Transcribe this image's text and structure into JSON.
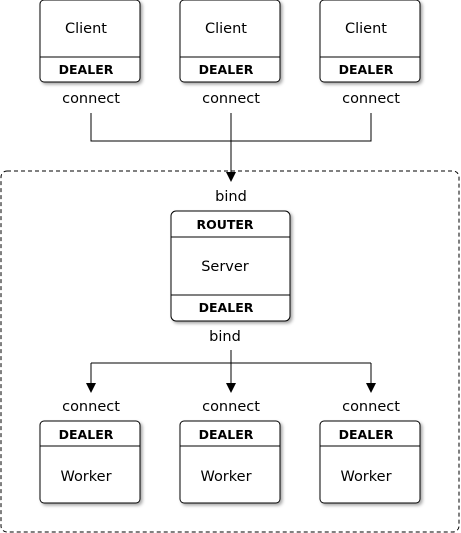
{
  "clients": [
    {
      "name": "Client",
      "socket": "DEALER",
      "edge": "connect"
    },
    {
      "name": "Client",
      "socket": "DEALER",
      "edge": "connect"
    },
    {
      "name": "Client",
      "socket": "DEALER",
      "edge": "connect"
    }
  ],
  "server": {
    "name": "Server",
    "front_socket": "ROUTER",
    "back_socket": "DEALER",
    "front_edge": "bind",
    "back_edge": "bind"
  },
  "workers": [
    {
      "name": "Worker",
      "socket": "DEALER",
      "edge": "connect"
    },
    {
      "name": "Worker",
      "socket": "DEALER",
      "edge": "connect"
    },
    {
      "name": "Worker",
      "socket": "DEALER",
      "edge": "connect"
    }
  ]
}
